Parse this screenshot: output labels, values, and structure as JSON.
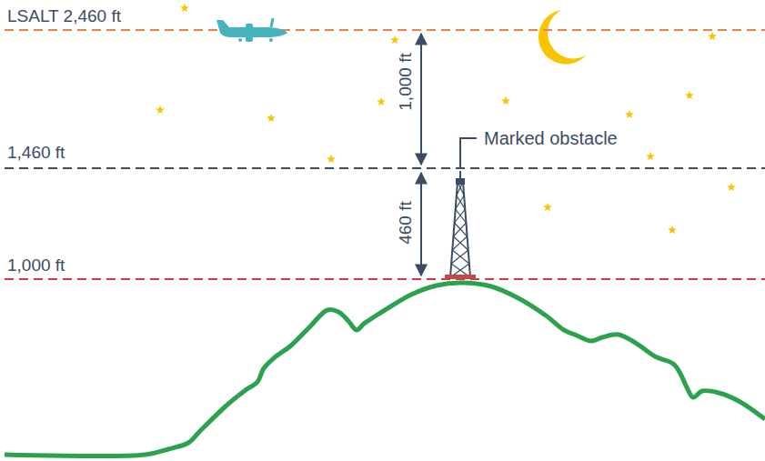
{
  "diagram": {
    "labels": [
      "LSALT 2,460 ft",
      "1,000 ft",
      "Marked obstacle",
      "1,460 ft",
      "460 ft",
      "1,000 ft"
    ]
  }
}
